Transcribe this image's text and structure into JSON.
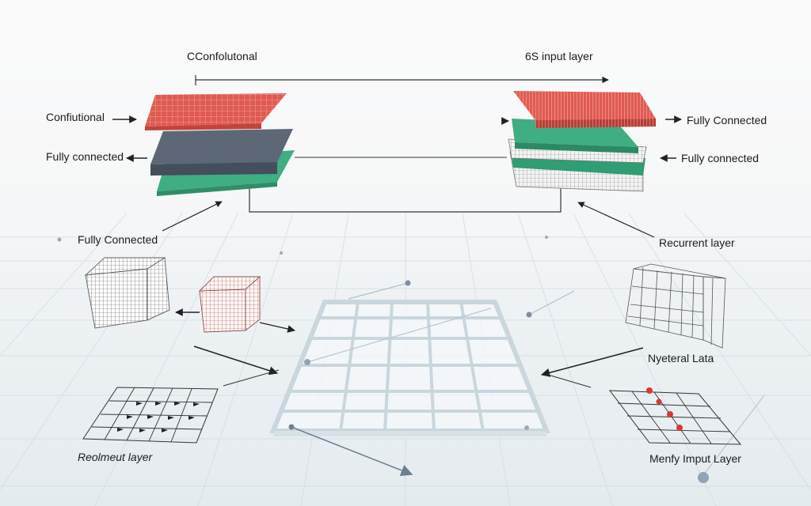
{
  "labels": {
    "top_left": "CConfolutonal",
    "top_right": "6S input layer",
    "left_upper": "Confiutional",
    "left_middle": "Fully connected",
    "left_lower": "Fully Connected",
    "right_upper": "Fully Connected",
    "right_middle": "Fully connected",
    "right_lower": "Recurrent layer",
    "right_data": "Nyeteral Lata",
    "bottom_left": "Reolmeut layer",
    "bottom_right": "Menfy Imput Layer"
  },
  "colors": {
    "red_layer": "#e05a50",
    "dark_layer": "#5d6878",
    "green_layer": "#3fae83",
    "grid_line": "#c9d8df",
    "arrow": "#222222",
    "dot_red": "#d9382e"
  }
}
